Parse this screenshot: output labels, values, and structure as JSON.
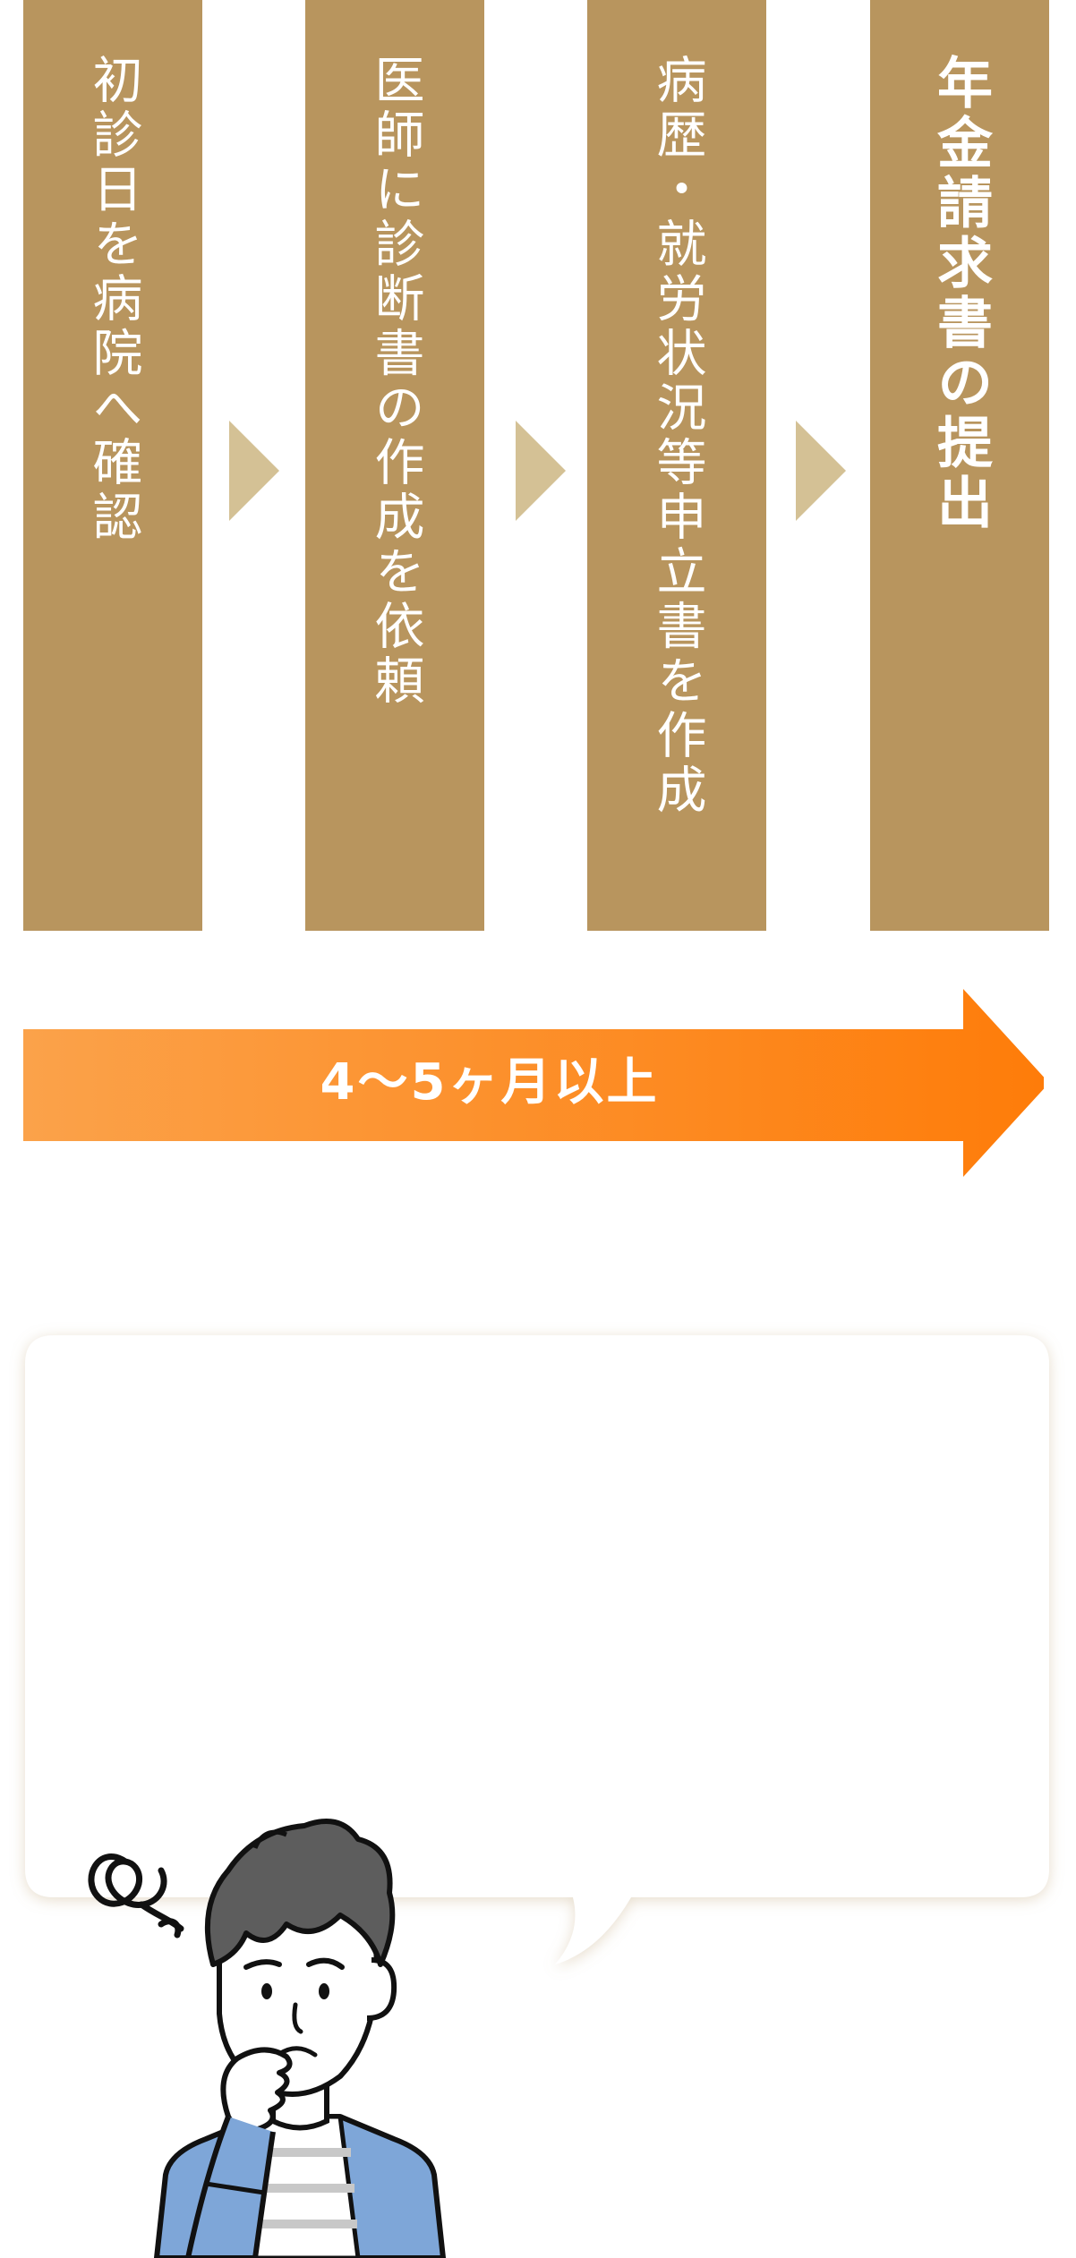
{
  "steps": [
    {
      "label": "初診日を病院へ確認"
    },
    {
      "label": "医師に診断書の作成を依頼"
    },
    {
      "label": "病歴・就労状況等申立書を作成"
    },
    {
      "label": "年金請求書の提出"
    }
  ],
  "duration": {
    "label": "4〜5ヶ月以上"
  },
  "colors": {
    "step_background": "#b8955e",
    "step_arrow": "#d4c195",
    "duration_gradient_start": "#fba24a",
    "duration_gradient_end": "#fe7c09",
    "person_shirt": "#7ea6d8",
    "person_hair": "#5d5d5d"
  },
  "icons": {
    "step_arrow": "chevron-right-triangle",
    "confusion": "scribble-swirl"
  }
}
